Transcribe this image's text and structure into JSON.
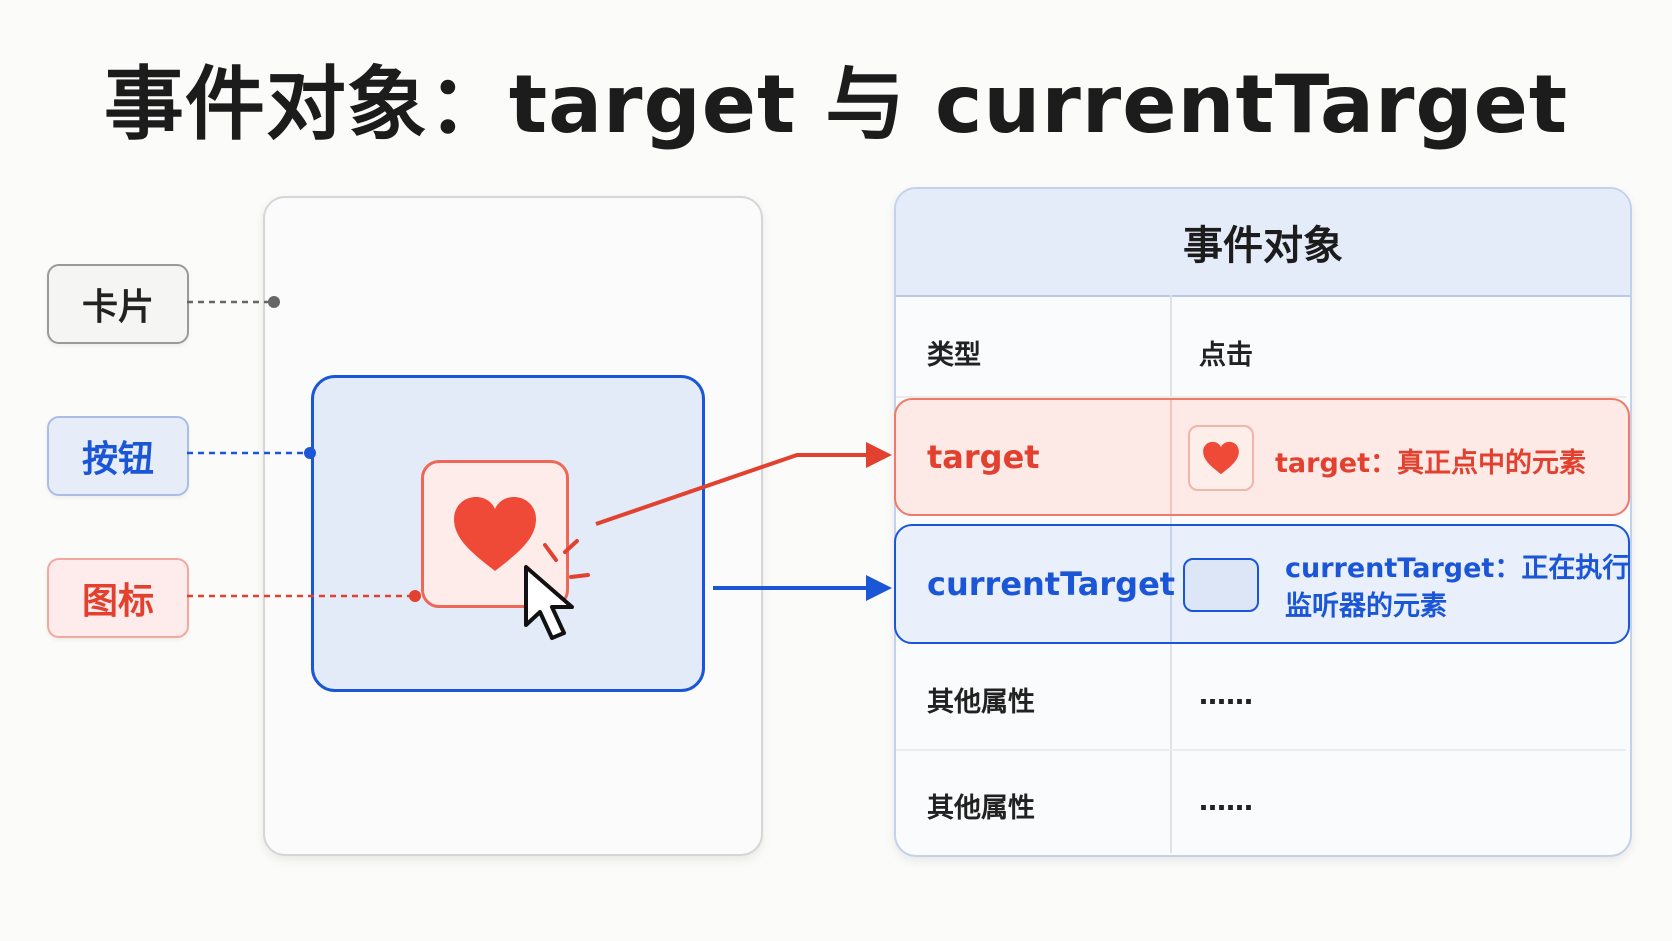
{
  "title": "事件对象：target 与 currentTarget",
  "labels": {
    "card": "卡片",
    "button": "按钮",
    "icon": "图标"
  },
  "table": {
    "header": "事件对象",
    "rows": [
      {
        "key": "类型",
        "value": "点击"
      },
      {
        "key": "target",
        "value": "target：真正点中的元素"
      },
      {
        "key": "currentTarget",
        "value_line1": "currentTarget：正在执行",
        "value_line2": "监听器的元素"
      },
      {
        "key": "其他属性",
        "value": "……"
      },
      {
        "key": "其他属性",
        "value": "……"
      }
    ]
  },
  "colors": {
    "red": "#e2412f",
    "blue": "#1b56d6",
    "gray": "#666666"
  },
  "icons": [
    "heart-icon",
    "cursor-icon"
  ]
}
